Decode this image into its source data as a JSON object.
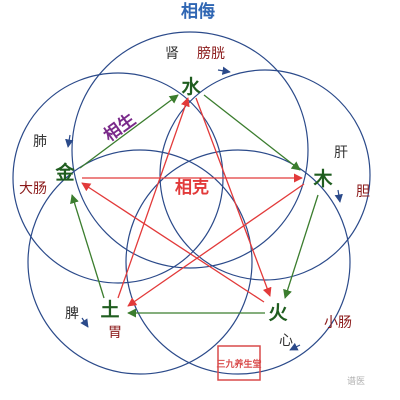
{
  "titles": {
    "xiangwu": "相侮",
    "xiangsheng": "相生",
    "xiangke": "相克"
  },
  "elements": {
    "water": {
      "name": "水",
      "yin_organ": "肾",
      "yang_organ": "膀胱"
    },
    "wood": {
      "name": "木",
      "yin_organ": "肝",
      "yang_organ": "胆"
    },
    "fire": {
      "name": "火",
      "yin_organ": "心",
      "yang_organ": "小肠"
    },
    "earth": {
      "name": "土",
      "yin_organ": "脾",
      "yang_organ": "胃"
    },
    "metal": {
      "name": "金",
      "yin_organ": "肺",
      "yang_organ": "大肠"
    }
  },
  "seal": {
    "text": "三九养生堂"
  },
  "watermark": {
    "text": "谱医"
  },
  "colors": {
    "blue": "#2b4a8a",
    "blue_title": "#2f66b3",
    "green": "#3b7d2e",
    "red": "#e23a3a",
    "purple": "#7a2a8a",
    "dark_green": "#1f5d1f",
    "organ_dark": "#333333",
    "organ_red": "#8b1a1a",
    "seal_red": "#d94a4a"
  }
}
